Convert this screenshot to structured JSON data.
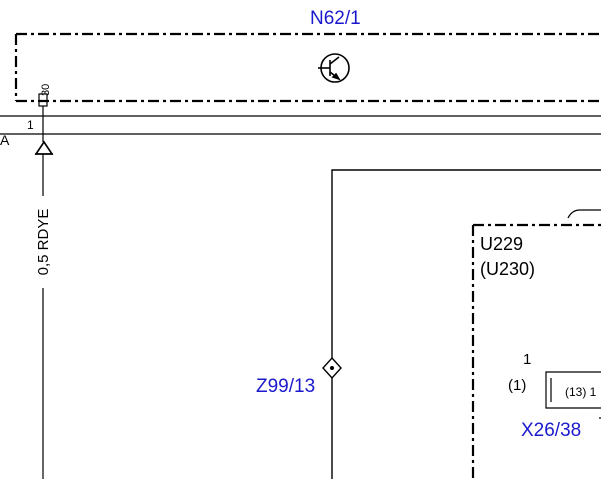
{
  "diagram": {
    "control_unit": {
      "id": "N62/1",
      "pin_number": "30",
      "pin_label": "1"
    },
    "harness": {
      "connector_letter": "A",
      "wire": "0,5 RDYE"
    },
    "splice": {
      "id": "Z99/13"
    },
    "module": {
      "id": "U229",
      "alt_id": "(U230)"
    },
    "connector": {
      "id": "X26/38",
      "pin": "1",
      "pin_alt": "(1)",
      "pin_inner": "(13) 1"
    },
    "colors": {
      "component_id": "#1a1acc",
      "line": "#000000"
    }
  }
}
